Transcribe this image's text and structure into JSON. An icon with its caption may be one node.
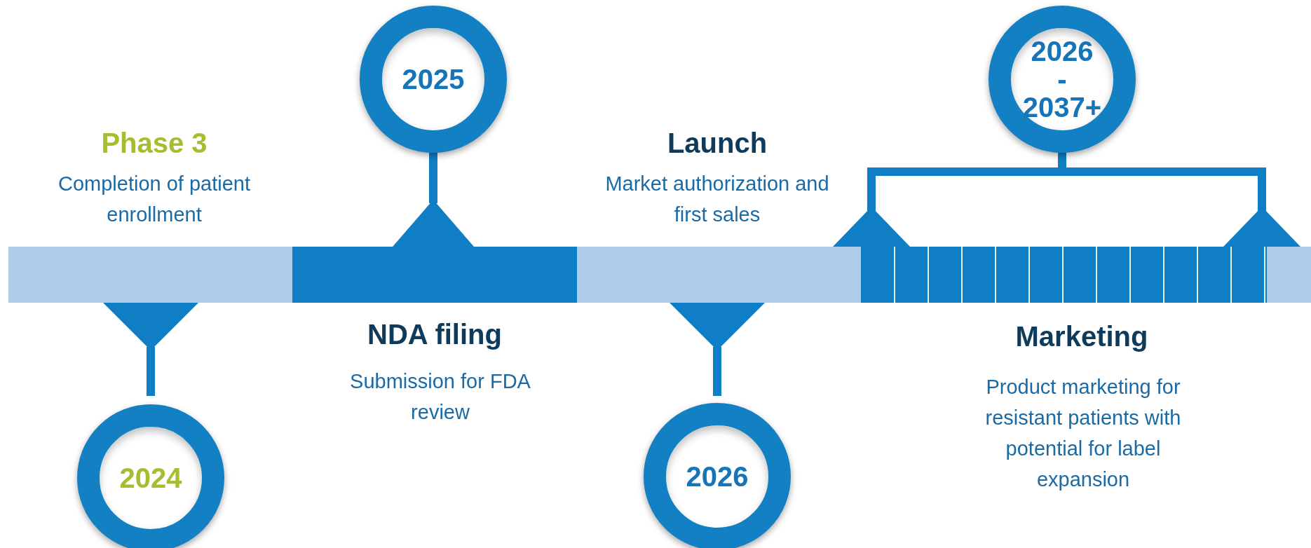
{
  "diagram": {
    "nodes": [
      {
        "text": [
          "2024"
        ]
      },
      {
        "text": [
          "2025"
        ]
      },
      {
        "text": [
          "2026"
        ]
      },
      {
        "text": [
          "2026 - 2037+"
        ]
      }
    ],
    "labels": [
      "Phase 3",
      "Completion of patient enrollment",
      "NDA filing",
      "Submission for FDA review",
      "Launch",
      "Market authorization and first sales",
      "Marketing",
      "Product marketing for resistant patients with potential for label expansion"
    ]
  }
}
